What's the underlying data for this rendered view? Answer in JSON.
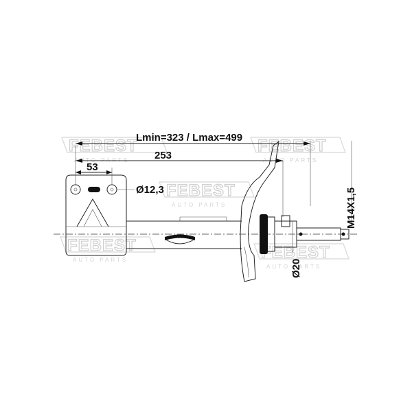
{
  "watermark": {
    "brand": "FEBEST",
    "tagline": "AUTO PARTS"
  },
  "dimensions": {
    "length": "Lmin=323 / Lmax=499",
    "distance": "253",
    "bracket_width": "53",
    "hole_diameter": "Ø12,3",
    "rod_diameter": "Ø20",
    "thread": "M14X1,5"
  }
}
